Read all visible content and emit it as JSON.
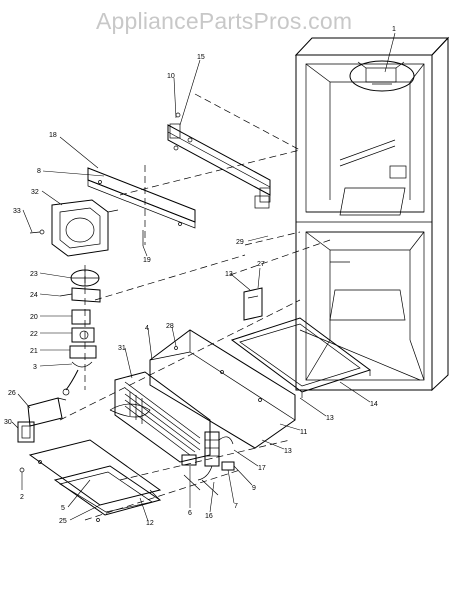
{
  "watermark": "AppliancePartsPros.com",
  "colors": {
    "ink": "#000000",
    "watermark": "#c8c8c8",
    "background": "#ffffff"
  },
  "callouts": {
    "c1": "1",
    "c15": "15",
    "c10": "10",
    "c18": "18",
    "c8": "8",
    "c32": "32",
    "c33": "33",
    "c19": "19",
    "c29a": "29",
    "c23": "23",
    "c24": "24",
    "c20": "20",
    "c22": "22",
    "c21": "21",
    "c3": "3",
    "c13a": "13",
    "c27": "27",
    "c4": "4",
    "c28": "28",
    "c31": "31",
    "c26": "26",
    "c30": "30",
    "c2": "2",
    "c5": "5",
    "c25": "25",
    "c12": "12",
    "c6": "6",
    "c16": "16",
    "c7": "7",
    "c9": "9",
    "c17": "17",
    "c13b": "13",
    "c11": "11",
    "c13c": "13",
    "c14": "14"
  }
}
